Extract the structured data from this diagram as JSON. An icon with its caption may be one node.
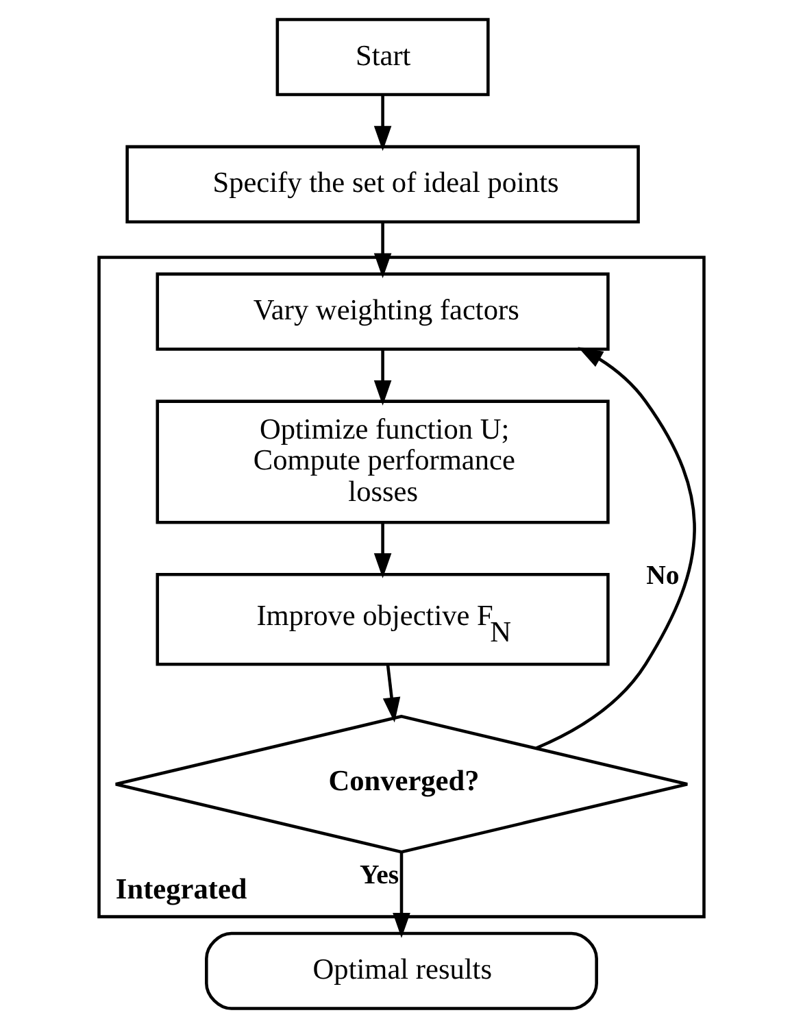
{
  "diagram": {
    "nodes": [
      {
        "text": [
          "Start"
        ]
      },
      {
        "text": [
          "Specify the set of ideal points"
        ]
      },
      {
        "text": [
          "Integrated"
        ]
      },
      {
        "text": [
          "Vary weighting factors"
        ],
        "in": 2
      },
      {
        "text": [
          "Optimize function U; Compute performance losses"
        ],
        "in": 2
      },
      {
        "text": [
          "Improve objective F$_{N}$"
        ],
        "in": 2
      },
      {
        "text": [
          "Converged?"
        ],
        "in": 2
      },
      {
        "text": [
          "Optimal results"
        ]
      }
    ],
    "edges": [
      {
        "from": 0,
        "to": 1,
        "arrow": "to"
      },
      {
        "from": 1,
        "to": 3,
        "arrow": "to"
      },
      {
        "from": 3,
        "to": 4,
        "arrow": "to"
      },
      {
        "from": 4,
        "to": 5,
        "arrow": "to"
      },
      {
        "from": 5,
        "to": 6,
        "arrow": "to"
      },
      {
        "from": 6,
        "to": 3,
        "label": "No",
        "arrow": "to"
      },
      {
        "from": 6,
        "to": 7,
        "label": "Yes",
        "arrow": "to"
      }
    ]
  }
}
